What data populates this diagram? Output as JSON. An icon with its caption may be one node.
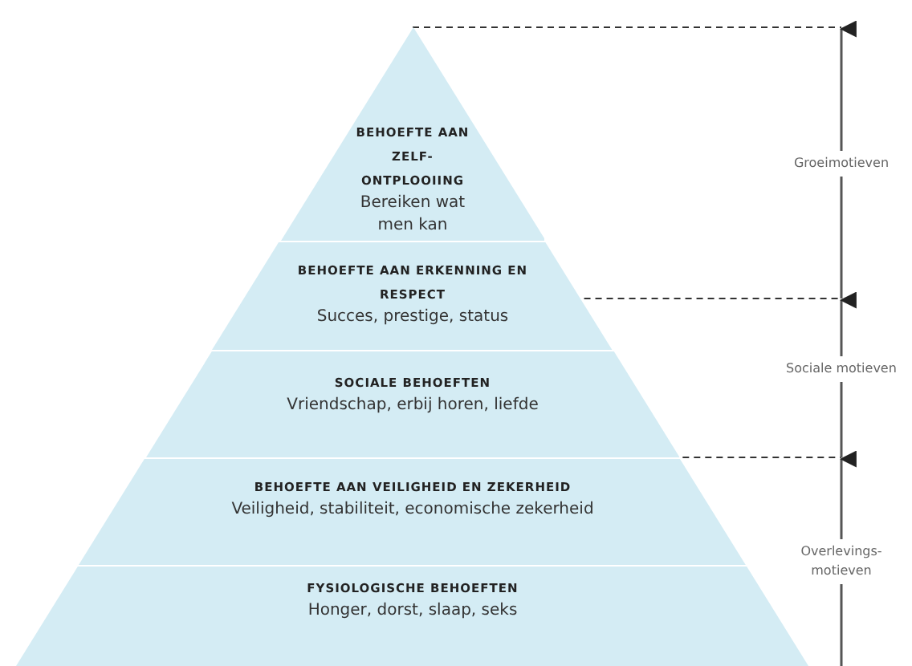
{
  "diagram": {
    "nodes": [
      {
        "text": [
          "BEHOEFTE AAN ZELF- ONTPLOOIING",
          "Bereiken wat men kan"
        ]
      },
      {
        "text": [
          "BEHOEFTE AAN ERKENNING EN RESPECT",
          "Succes, prestige, status"
        ]
      },
      {
        "text": [
          "SOCIALE BEHOEFTEN",
          "Vriendschap, erbij horen, liefde"
        ]
      },
      {
        "text": [
          "BEHOEFTE AAN VEILIGHEID EN ZEKERHEID",
          "Veiligheid, stabiliteit, economische zekerheid"
        ]
      },
      {
        "text": [
          "FYSIOLOGISCHE BEHOEFTEN",
          "Honger, dorst, slaap, seks"
        ]
      }
    ],
    "labels": [
      "Groeimotieven",
      "Sociale motieven",
      "Overlevings- motieven"
    ]
  }
}
